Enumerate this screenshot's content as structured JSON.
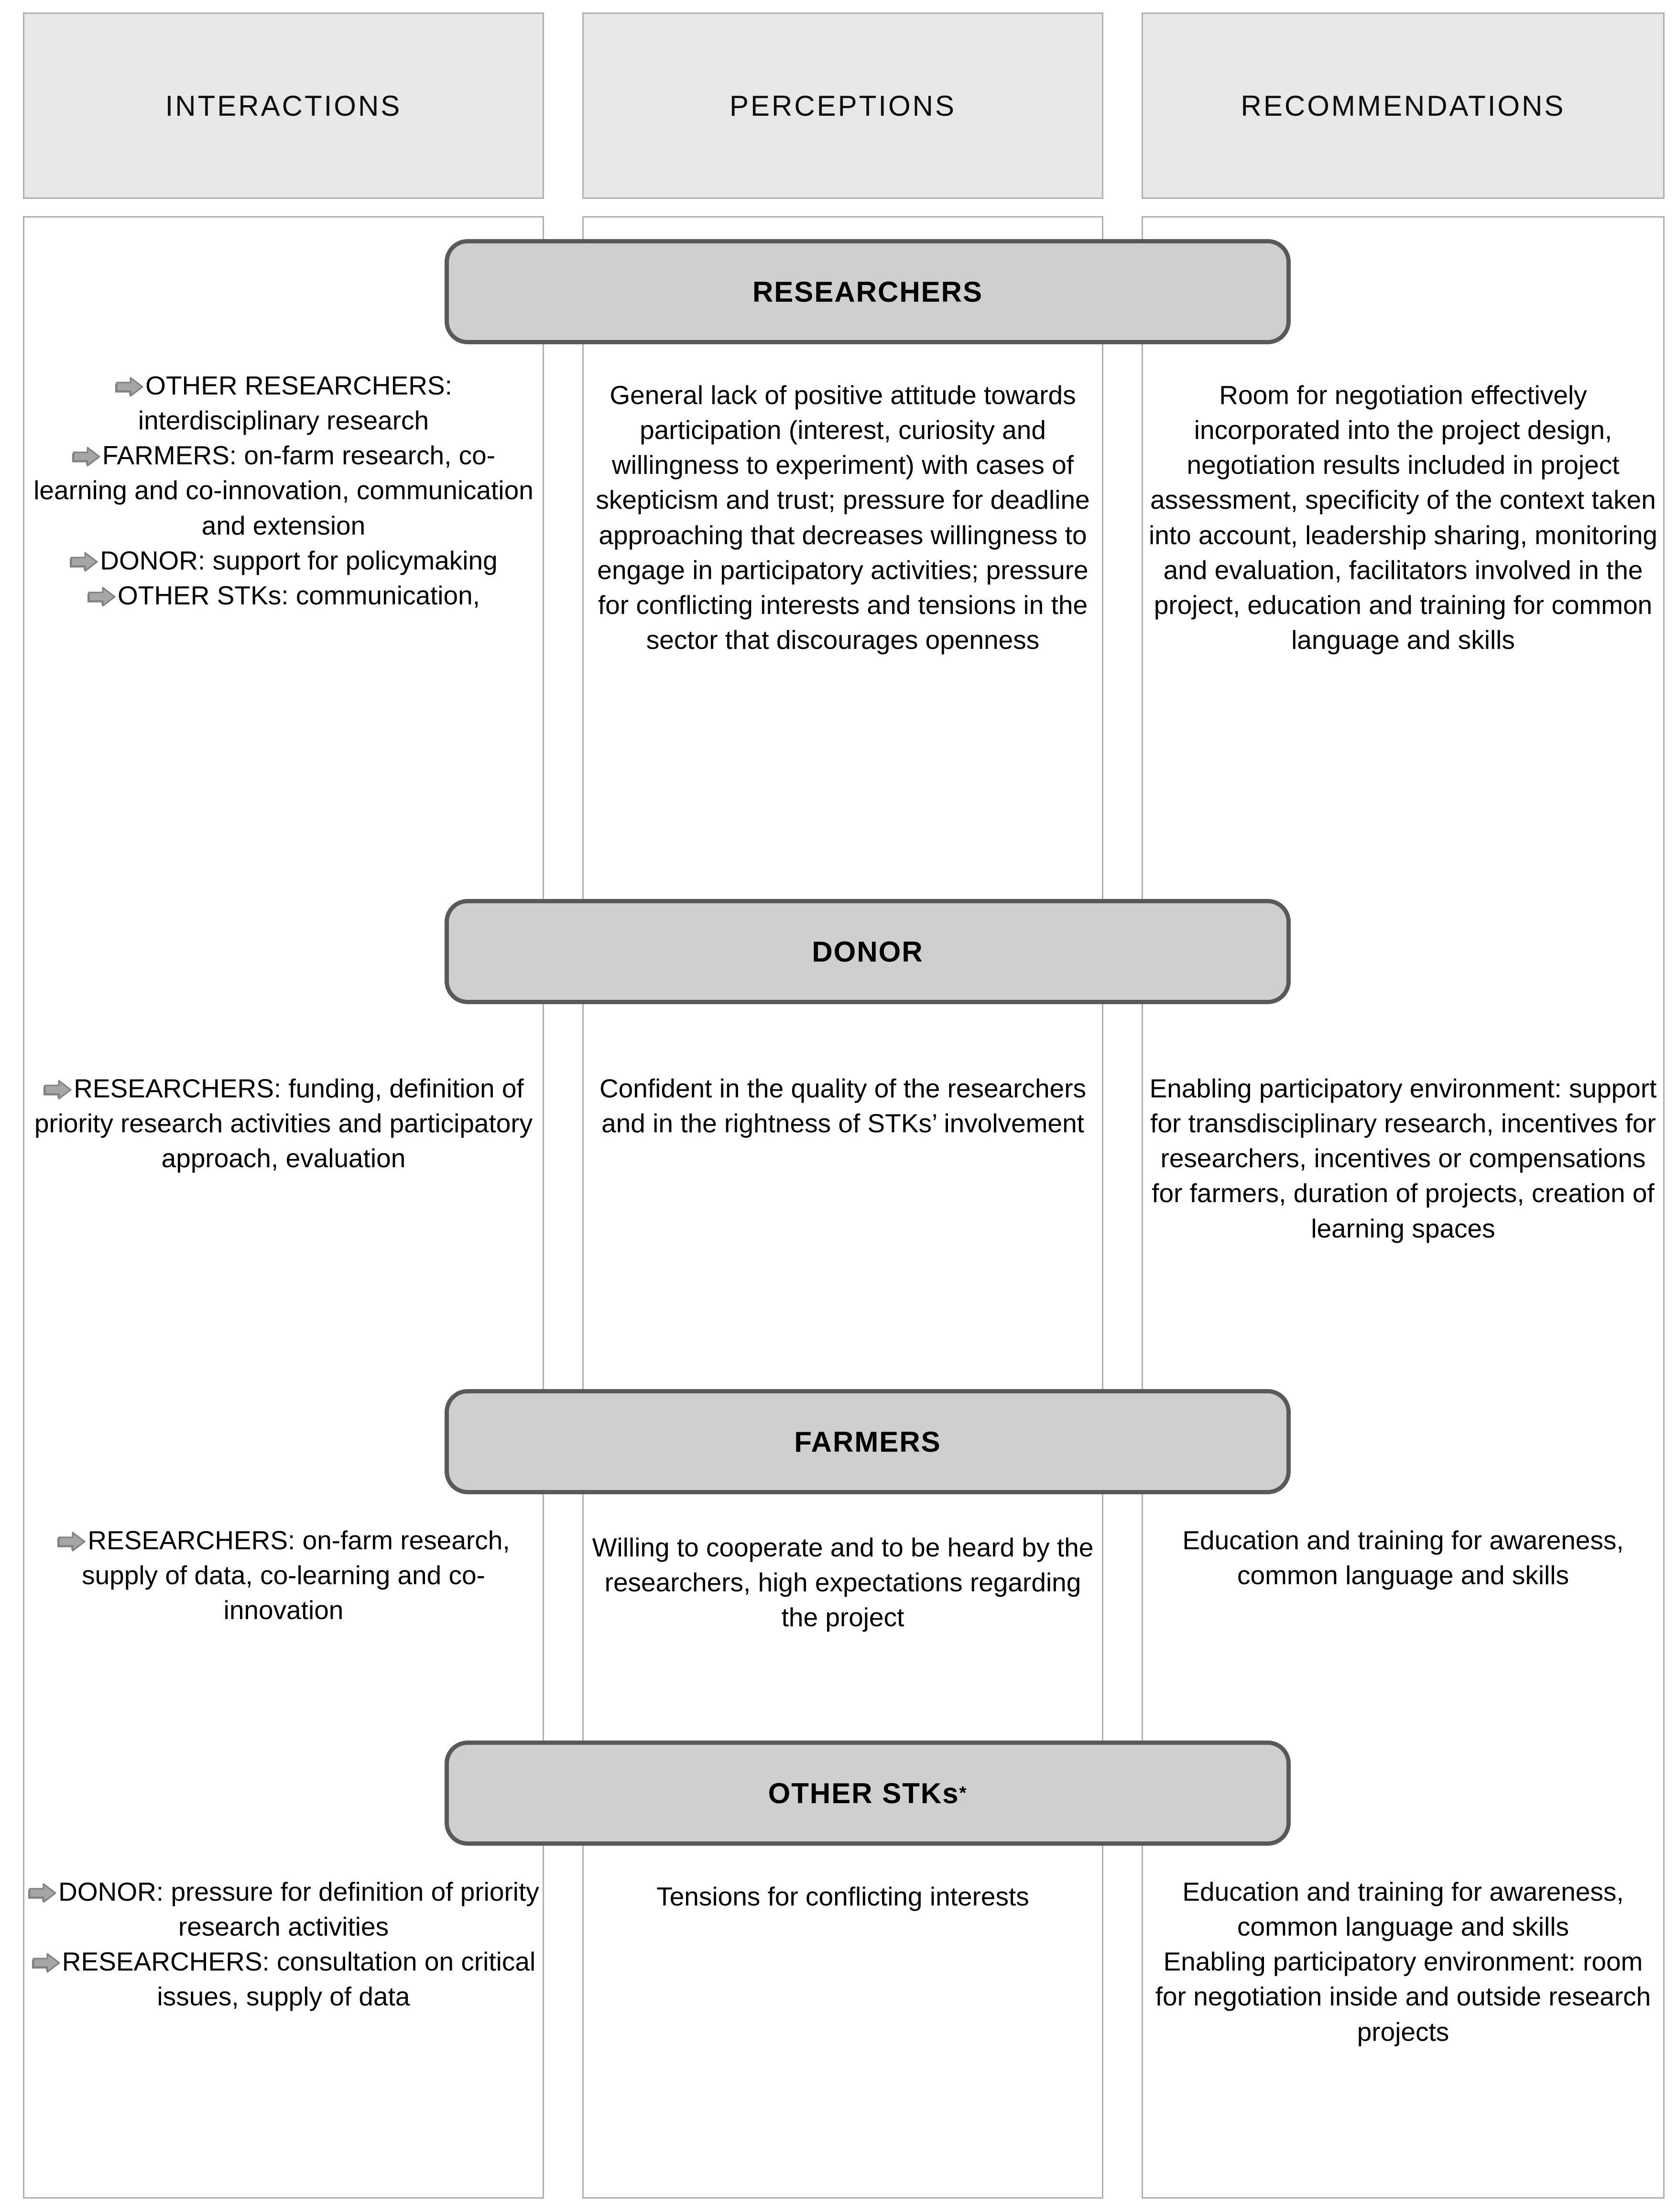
{
  "columns": [
    {
      "id": "interactions",
      "label": "INTERACTIONS"
    },
    {
      "id": "perceptions",
      "label": "PERCEPTIONS"
    },
    {
      "id": "recommendations",
      "label": "RECOMMENDATIONS"
    }
  ],
  "groups": [
    {
      "id": "researchers",
      "band_label": "RESEARCHERS",
      "band_superscript": "",
      "interactions": [
        {
          "arrow": true,
          "text": "OTHER RESEARCHERS: interdisciplinary research"
        },
        {
          "arrow": true,
          "text": "FARMERS: on-farm research, co-learning and co-innovation, communication and extension"
        },
        {
          "arrow": true,
          "text": "DONOR: support for policymaking"
        },
        {
          "arrow": true,
          "text": "OTHER STKs: communication,"
        }
      ],
      "perceptions": "General lack of positive attitude towards participation (interest, curiosity and willingness to experiment) with cases of skepticism and trust; pressure for deadline approaching that decreases willingness to engage in participatory activities; pressure for conflicting interests and tensions in the sector that discourages openness",
      "recommendations": "Room for negotiation effectively incorporated into the project design, negotiation results included in project assessment, specificity of the context taken into account, leadership sharing, monitoring and evaluation, facilitators involved in the project, education and training for common language and skills"
    },
    {
      "id": "donor",
      "band_label": "DONOR",
      "band_superscript": "",
      "interactions": [
        {
          "arrow": true,
          "text": "RESEARCHERS: funding, definition of priority research activities and participatory approach, evaluation"
        }
      ],
      "perceptions": "Confident in the quality of the researchers and in the rightness of STKs’ involvement",
      "recommendations": "Enabling participatory environment: support for transdisciplinary research, incentives for researchers, incentives or compensations for farmers, duration of projects, creation of learning spaces"
    },
    {
      "id": "farmers",
      "band_label": "FARMERS",
      "band_superscript": "",
      "interactions": [
        {
          "arrow": true,
          "text": "RESEARCHERS: on-farm research, supply of data, co-learning and co-innovation"
        }
      ],
      "perceptions": "Willing to cooperate and to be heard by the researchers, high expectations regarding the project",
      "recommendations": "Education and training for awareness, common language and skills"
    },
    {
      "id": "other-stks",
      "band_label": "OTHER STKs",
      "band_superscript": "*",
      "interactions": [
        {
          "arrow": true,
          "text": "DONOR: pressure for definition of priority research activities"
        },
        {
          "arrow": true,
          "text": "RESEARCHERS: consultation on critical issues, supply of data"
        }
      ],
      "perceptions": "Tensions for conflicting interests",
      "recommendations_lines": [
        "Education and training for awareness, common language and skills",
        "Enabling participatory environment: room for negotiation inside and outside research projects"
      ]
    }
  ],
  "icons": {
    "arrow": "right-arrow-icon"
  },
  "colors": {
    "header_fill": "#e7e7e7",
    "header_border": "#b2b0ae",
    "band_fill": "#d0cece",
    "band_border": "#595959",
    "arrow_fill": "#a6a6a6",
    "arrow_stroke": "#7f7f7f",
    "text": "#000000"
  }
}
